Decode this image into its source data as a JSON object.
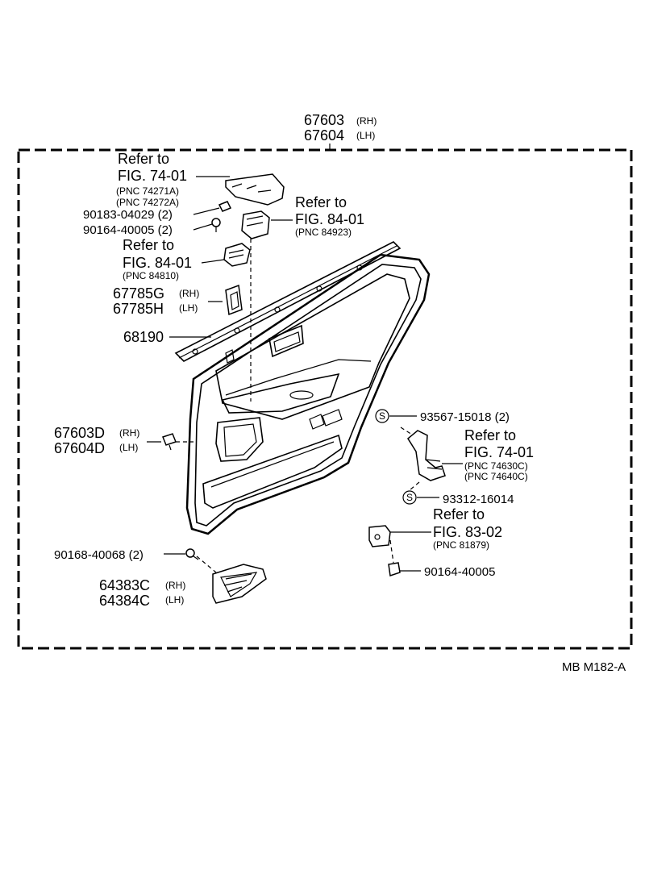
{
  "labels": {
    "main_rh": "67603",
    "main_rh_side": "(RH)",
    "main_lh": "67604",
    "main_lh_side": "(LH)",
    "ref1_a": "Refer to",
    "ref1_b": "FIG. 74-01",
    "ref1_c": "(PNC 74271A)",
    "ref1_d": "(PNC 74272A)",
    "p90183": "90183-04029 (2)",
    "p90164a": "90164-40005 (2)",
    "ref2_a": "Refer to",
    "ref2_b": "FIG. 84-01",
    "ref2_c": "(PNC 84923)",
    "ref3_a": "Refer to",
    "ref3_b": "FIG. 84-01",
    "ref3_c": "(PNC 84810)",
    "p67785g": "67785G",
    "p67785g_side": "(RH)",
    "p67785h": "67785H",
    "p67785h_side": "(LH)",
    "p68190": "68190",
    "p67603d": "67603D",
    "p67603d_side": "(RH)",
    "p67604d": "67604D",
    "p67604d_side": "(LH)",
    "p93567": "93567-15018 (2)",
    "ref4_a": "Refer to",
    "ref4_b": "FIG. 74-01",
    "ref4_c": "(PNC 74630C)",
    "ref4_d": "(PNC 74640C)",
    "p93312": "93312-16014",
    "ref5_a": "Refer to",
    "ref5_b": "FIG. 83-02",
    "ref5_c": "(PNC 81879)",
    "p90164b": "90164-40005",
    "p90168": "90168-40068 (2)",
    "p64383c": "64383C",
    "p64383c_side": "(RH)",
    "p64384c": "64384C",
    "p64384c_side": "(LH)",
    "s_mark": "S",
    "footer": "MB  M182-A"
  }
}
